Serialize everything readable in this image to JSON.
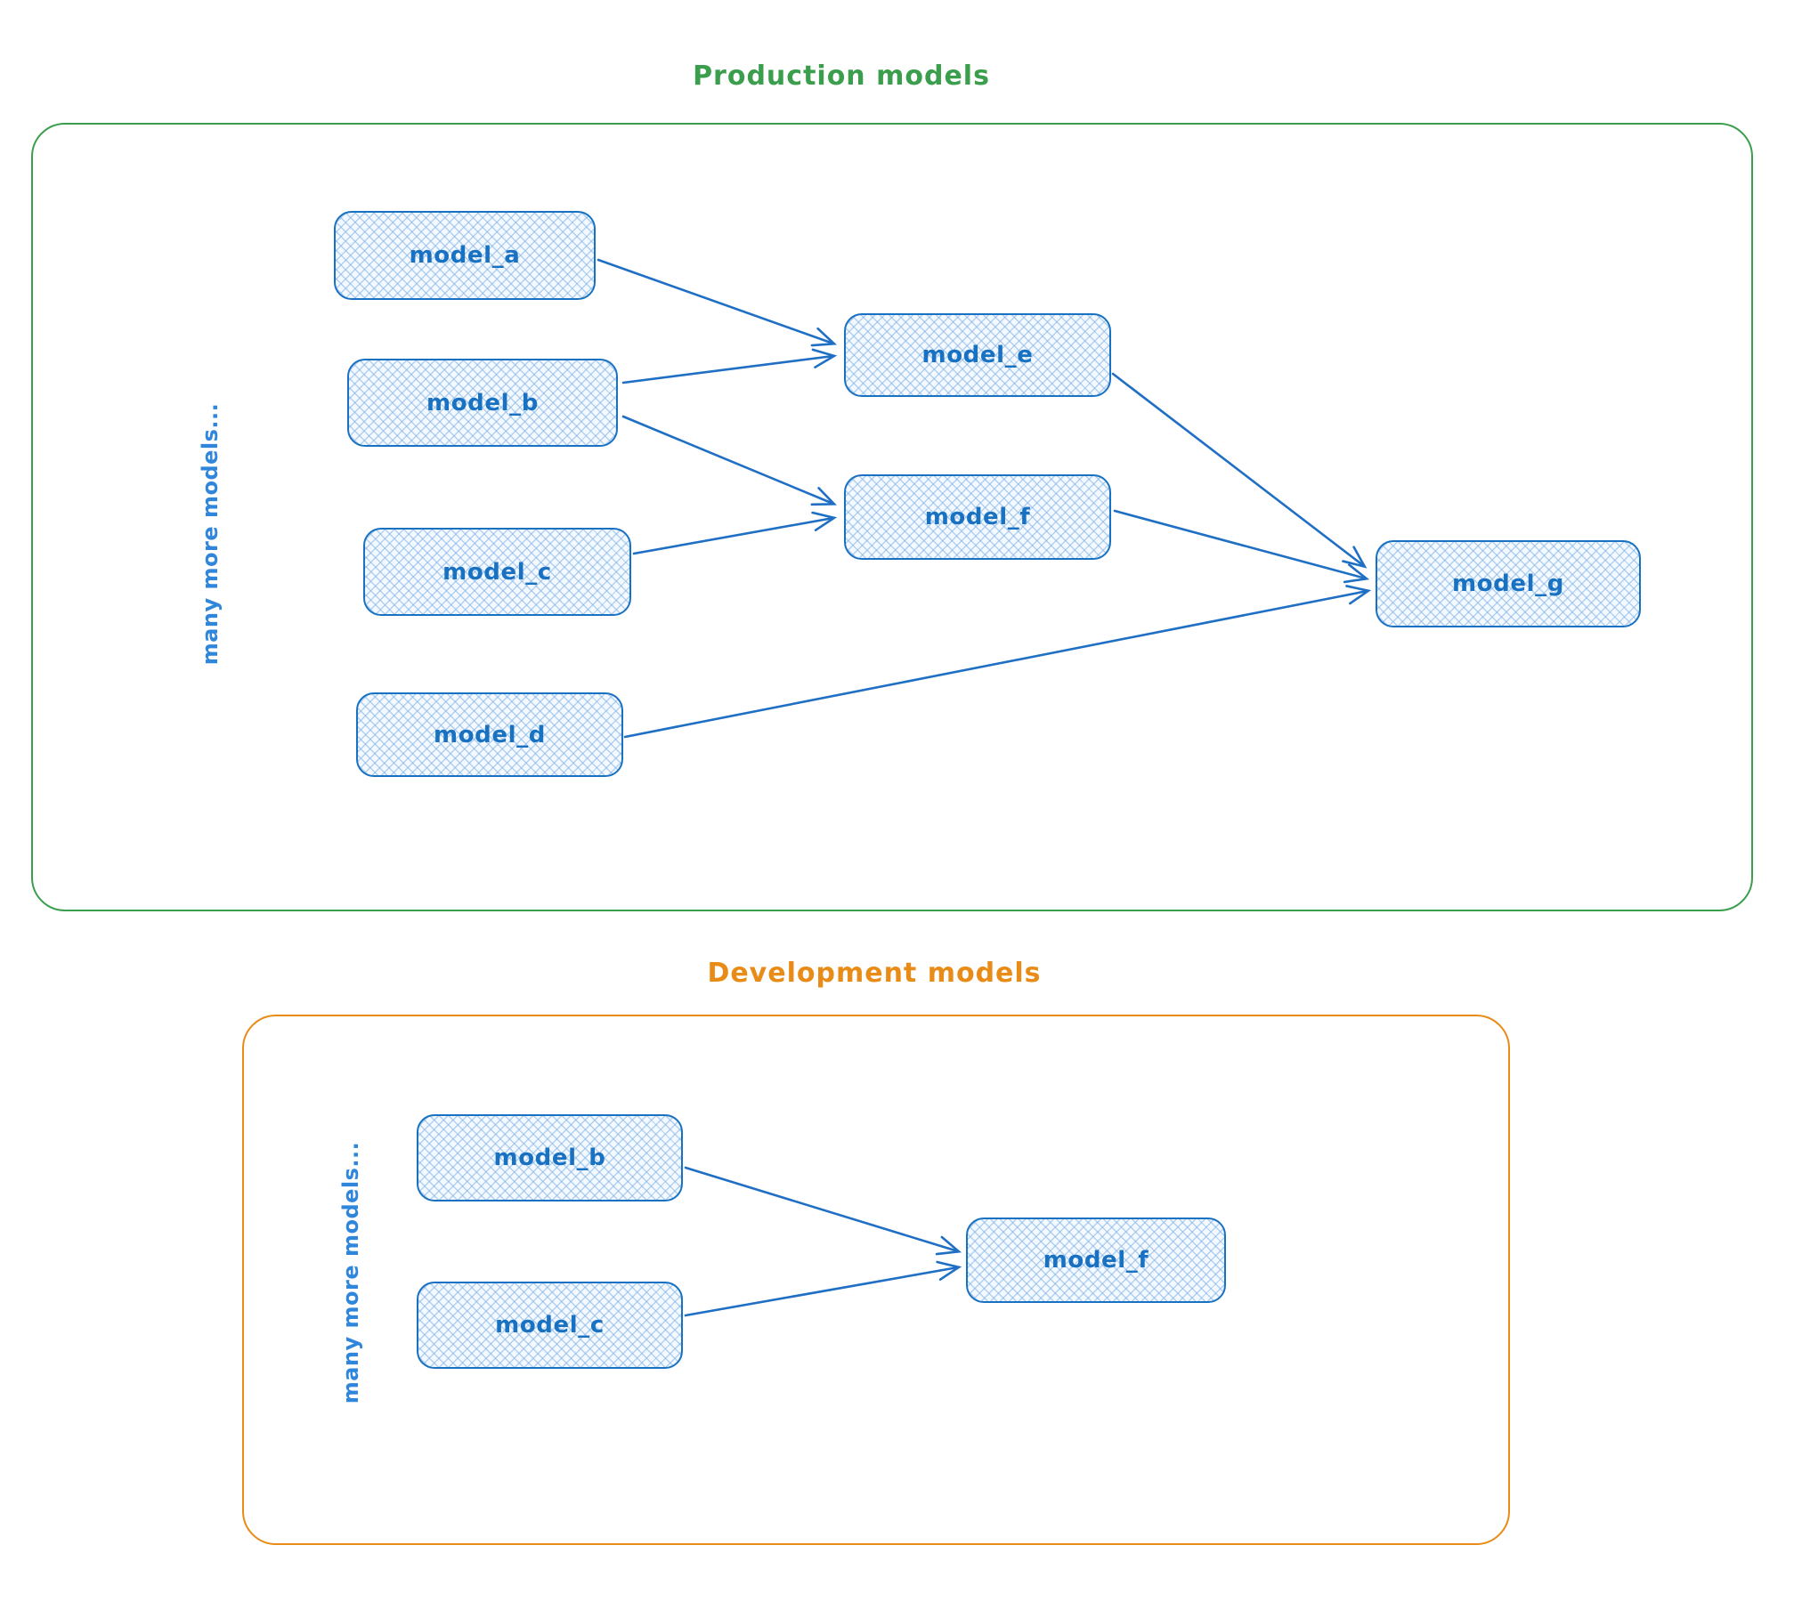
{
  "production": {
    "title": "Production models",
    "side_label": "many more models...",
    "nodes": {
      "a": {
        "label": "model_a"
      },
      "b": {
        "label": "model_b"
      },
      "c": {
        "label": "model_c"
      },
      "d": {
        "label": "model_d"
      },
      "e": {
        "label": "model_e"
      },
      "f": {
        "label": "model_f"
      },
      "g": {
        "label": "model_g"
      }
    },
    "edges": [
      {
        "from": "model_a",
        "to": "model_e"
      },
      {
        "from": "model_b",
        "to": "model_e"
      },
      {
        "from": "model_b",
        "to": "model_f"
      },
      {
        "from": "model_c",
        "to": "model_f"
      },
      {
        "from": "model_e",
        "to": "model_g"
      },
      {
        "from": "model_f",
        "to": "model_g"
      },
      {
        "from": "model_d",
        "to": "model_g"
      }
    ]
  },
  "development": {
    "title": "Development models",
    "side_label": "many more models...",
    "nodes": {
      "b": {
        "label": "model_b"
      },
      "c": {
        "label": "model_c"
      },
      "f": {
        "label": "model_f"
      }
    },
    "edges": [
      {
        "from": "model_b",
        "to": "model_f"
      },
      {
        "from": "model_c",
        "to": "model_f"
      }
    ]
  },
  "colors": {
    "production_accent": "#3a9e4d",
    "development_accent": "#e98b17",
    "node_stroke": "#1971c2",
    "node_fill_tint": "#dbeafc",
    "node_text": "#1971c2",
    "side_label_text": "#2f86db",
    "arrow": "#1f6fc5"
  }
}
